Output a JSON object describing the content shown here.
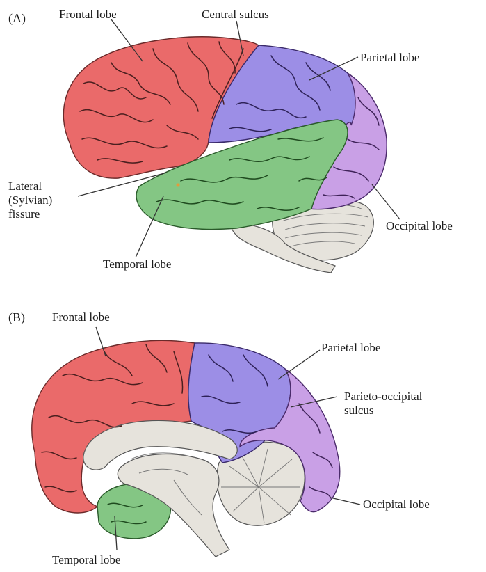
{
  "colors": {
    "frontal": "#ea6a6a",
    "parietal": "#9c8ee6",
    "occipital": "#c9a0e6",
    "temporal": "#84c684",
    "stem": "#e6e3dc",
    "gyri_line": "#4a1f1f",
    "leader": "#333333"
  },
  "panel_a": {
    "tag": "(A)",
    "frontal_lobe": "Frontal lobe",
    "central_sulcus": "Central sulcus",
    "parietal_lobe": "Parietal lobe",
    "lateral_fissure": [
      "Lateral",
      "(Sylvian)",
      "fissure"
    ],
    "occipital_lobe": "Occipital lobe",
    "temporal_lobe": "Temporal lobe"
  },
  "panel_b": {
    "tag": "(B)",
    "frontal_lobe": "Frontal lobe",
    "parietal_lobe": "Parietal lobe",
    "parieto_occipital_sulcus": [
      "Parieto-occipital",
      "sulcus"
    ],
    "occipital_lobe": "Occipital lobe",
    "temporal_lobe": "Temporal lobe"
  }
}
